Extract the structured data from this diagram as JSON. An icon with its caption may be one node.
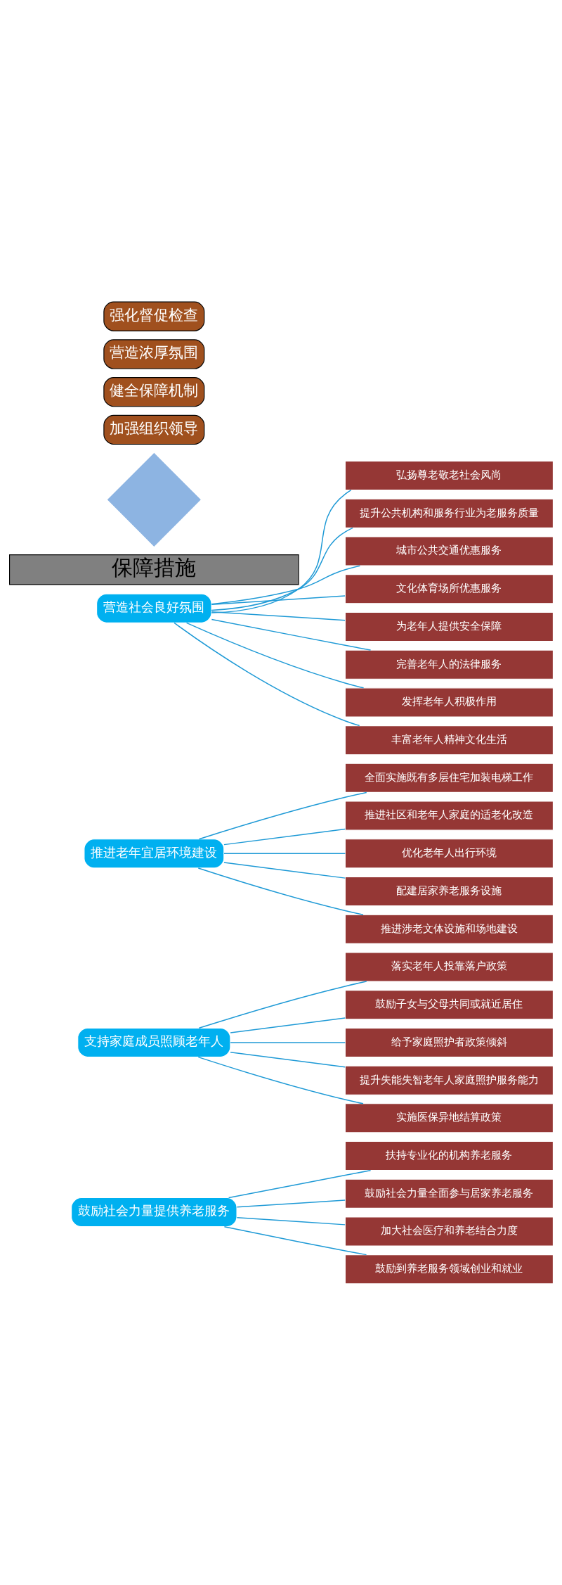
{
  "diagram": {
    "nodes": [
      {
        "text": [
          "鼓励社会力量提供养老服务"
        ]
      },
      {
        "text": [
          "扶持专业化的机构养老服务"
        ]
      },
      {
        "text": [
          "鼓励社会力量全面参与居家养老服务"
        ]
      },
      {
        "text": [
          "加大社会医疗和养老结合力度"
        ]
      },
      {
        "text": [
          "鼓励到养老服务领域创业和就业"
        ]
      },
      {
        "text": [
          "支持家庭成员照顾老年人"
        ]
      },
      {
        "text": [
          "落实老年人投靠落户政策"
        ]
      },
      {
        "text": [
          "鼓励子女与父母共同或就近居住"
        ]
      },
      {
        "text": [
          "给予家庭照护者政策倾斜"
        ]
      },
      {
        "text": [
          "提升失能失智老年人家庭照护服务能力"
        ]
      },
      {
        "text": [
          "实施医保异地结算政策"
        ]
      },
      {
        "text": [
          "推进老年宜居环境建设"
        ]
      },
      {
        "text": [
          "全面实施既有多层住宅加装电梯工作"
        ]
      },
      {
        "text": [
          "推进社区和老年人家庭的适老化改造"
        ]
      },
      {
        "text": [
          "优化老年人出行环境"
        ]
      },
      {
        "text": [
          "配建居家养老服务设施"
        ]
      },
      {
        "text": [
          "推进涉老文体设施和场地建设"
        ]
      },
      {
        "text": [
          "营造社会良好氛围"
        ]
      },
      {
        "text": [
          "弘扬尊老敬老社会风尚"
        ]
      },
      {
        "text": [
          "提升公共机构和服务行业为老服务质量"
        ]
      },
      {
        "text": [
          "城市公共交通优惠服务"
        ]
      },
      {
        "text": [
          "文化体育场所优惠服务"
        ]
      },
      {
        "text": [
          "为老年人提供安全保障"
        ]
      },
      {
        "text": [
          "完善老年人的法律服务"
        ]
      },
      {
        "text": [
          "发挥老年人积极作用"
        ]
      },
      {
        "text": [
          "丰富老年人精神文化生活"
        ]
      },
      {
        "text": [
          "保障措施"
        ]
      },
      {
        "text": [],
        "shape": "diamond"
      },
      {
        "text": [
          "加强组织领导"
        ]
      },
      {
        "text": [
          "健全保障机制"
        ]
      },
      {
        "text": [
          "营造浓厚氛围"
        ]
      },
      {
        "text": [
          "强化督促检查"
        ]
      }
    ],
    "edges": [
      {
        "from": 0,
        "to": 1,
        "arrow": "none"
      },
      {
        "from": 0,
        "to": 2,
        "arrow": "none"
      },
      {
        "from": 0,
        "to": 3,
        "arrow": "none"
      },
      {
        "from": 0,
        "to": 4,
        "arrow": "none"
      },
      {
        "from": 5,
        "to": 6,
        "arrow": "none"
      },
      {
        "from": 5,
        "to": 7,
        "arrow": "none"
      },
      {
        "from": 5,
        "to": 8,
        "arrow": "none"
      },
      {
        "from": 5,
        "to": 9,
        "arrow": "none"
      },
      {
        "from": 5,
        "to": 10,
        "arrow": "none"
      },
      {
        "from": 11,
        "to": 12,
        "arrow": "none"
      },
      {
        "from": 11,
        "to": 13,
        "arrow": "none"
      },
      {
        "from": 11,
        "to": 14,
        "arrow": "none"
      },
      {
        "from": 11,
        "to": 15,
        "arrow": "none"
      },
      {
        "from": 11,
        "to": 16,
        "arrow": "none"
      },
      {
        "from": 17,
        "to": 18,
        "arrow": "none"
      },
      {
        "from": 17,
        "to": 19,
        "arrow": "none"
      },
      {
        "from": 17,
        "to": 20,
        "arrow": "none"
      },
      {
        "from": 17,
        "to": 21,
        "arrow": "none"
      },
      {
        "from": 17,
        "to": 22,
        "arrow": "none"
      },
      {
        "from": 17,
        "to": 23,
        "arrow": "none"
      },
      {
        "from": 17,
        "to": 24,
        "arrow": "none"
      },
      {
        "from": 17,
        "to": 25,
        "arrow": "none"
      }
    ]
  }
}
